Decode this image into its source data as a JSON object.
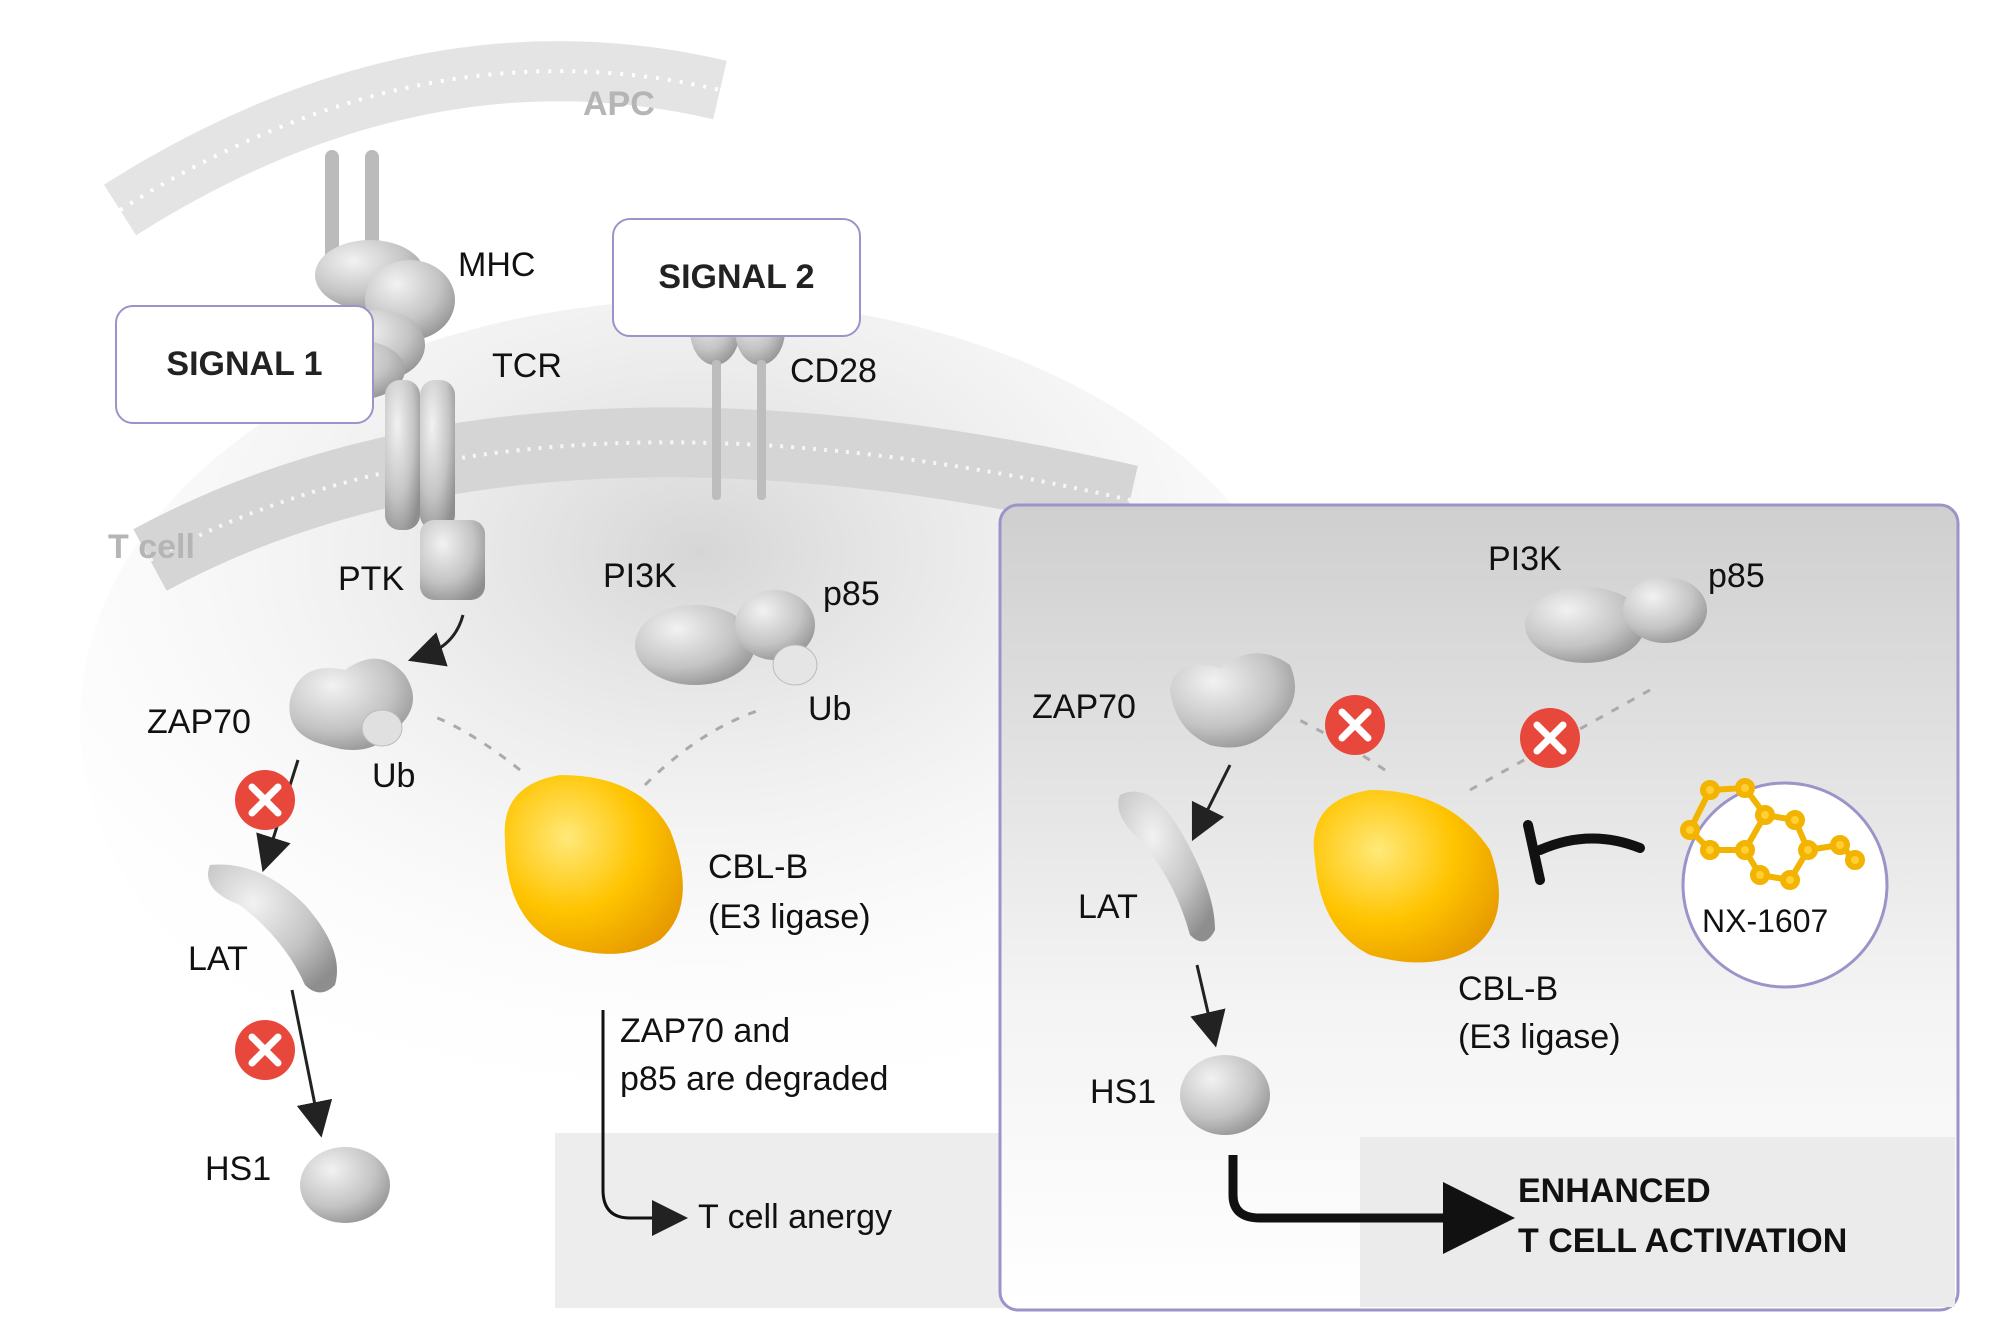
{
  "labels": {
    "apc": "APC",
    "t_cell": "T cell",
    "mhc": "MHC",
    "tcr": "TCR",
    "cd28": "CD28",
    "signal1": "SIGNAL 1",
    "signal2": "SIGNAL 2",
    "ptk": "PTK",
    "pi3k_left": "PI3K",
    "p85_left": "p85",
    "ub_p85": "Ub",
    "zap70_left": "ZAP70",
    "ub_zap70": "Ub",
    "lat_left": "LAT",
    "hs1_left": "HS1",
    "cblb_left_line1": "CBL-B",
    "cblb_left_line2": "(E3 ligase)",
    "degraded_line1": "ZAP70 and",
    "degraded_line2": "p85 are degraded",
    "anergy": "T cell anergy",
    "pi3k_right": "PI3K",
    "p85_right": "p85",
    "zap70_right": "ZAP70",
    "lat_right": "LAT",
    "hs1_right": "HS1",
    "cblb_right_line1": "CBL-B",
    "cblb_right_line2": "(E3 ligase)",
    "drug": "NX-1607",
    "enhanced_line1": "ENHANCED",
    "enhanced_line2": "T CELL ACTIVATION"
  },
  "colors": {
    "signal_border": "#9c94c8",
    "cblb_yellow": "#f5b800",
    "block_red": "#e8473b",
    "protein_gray": "#bdbdbd",
    "membrane_gray": "#d9d9d9",
    "panel_bg": "#ededed"
  },
  "icons": [
    "block-x-icon",
    "inhibition-t-icon",
    "molecule-icon",
    "arrow-icon"
  ]
}
